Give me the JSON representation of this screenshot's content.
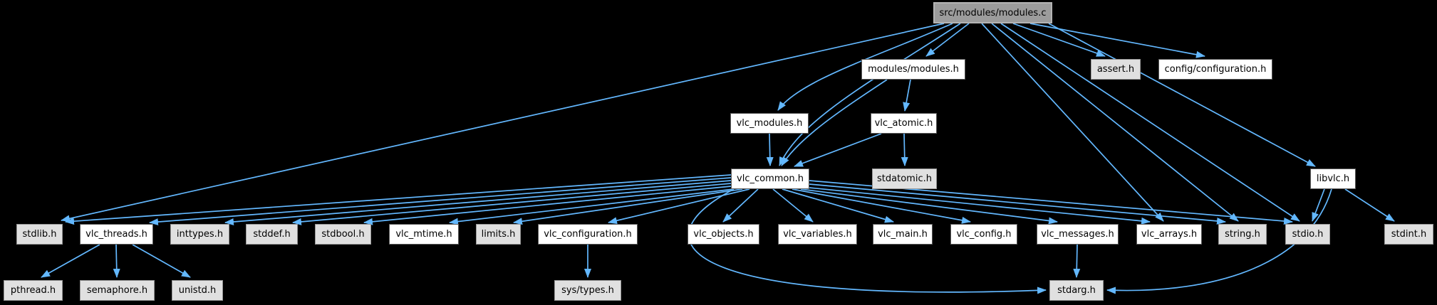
{
  "colors": {
    "background": "#000000",
    "edge": "#63b8ff",
    "source_node_fill": "#9c9c9c",
    "internal_node_fill": "#ffffff",
    "system_node_fill": "#e0e0e0"
  },
  "nodes": {
    "root": "src/modules/modules.c",
    "modules_h": "modules/modules.h",
    "assert_h": "assert.h",
    "config_configuration_h": "config/configuration.h",
    "vlc_modules_h": "vlc_modules.h",
    "vlc_atomic_h": "vlc_atomic.h",
    "vlc_common_h": "vlc_common.h",
    "stdatomic_h": "stdatomic.h",
    "libvlc_h": "libvlc.h",
    "stdlib_h": "stdlib.h",
    "vlc_threads_h": "vlc_threads.h",
    "inttypes_h": "inttypes.h",
    "stddef_h": "stddef.h",
    "stdbool_h": "stdbool.h",
    "vlc_mtime_h": "vlc_mtime.h",
    "limits_h": "limits.h",
    "vlc_configuration_h": "vlc_configuration.h",
    "vlc_objects_h": "vlc_objects.h",
    "vlc_variables_h": "vlc_variables.h",
    "vlc_main_h": "vlc_main.h",
    "vlc_config_h": "vlc_config.h",
    "vlc_messages_h": "vlc_messages.h",
    "vlc_arrays_h": "vlc_arrays.h",
    "string_h": "string.h",
    "stdio_h": "stdio.h",
    "stdint_h": "stdint.h",
    "pthread_h": "pthread.h",
    "semaphore_h": "semaphore.h",
    "unistd_h": "unistd.h",
    "sys_types_h": "sys/types.h",
    "stdarg_h": "stdarg.h"
  },
  "edges": [
    {
      "from": "src/modules/modules.c",
      "to": "stdlib.h"
    },
    {
      "from": "src/modules/modules.c",
      "to": "vlc_modules.h"
    },
    {
      "from": "src/modules/modules.c",
      "to": "vlc_common.h"
    },
    {
      "from": "src/modules/modules.c",
      "to": "modules/modules.h"
    },
    {
      "from": "src/modules/modules.c",
      "to": "vlc_arrays.h"
    },
    {
      "from": "src/modules/modules.c",
      "to": "string.h"
    },
    {
      "from": "src/modules/modules.c",
      "to": "stdio.h"
    },
    {
      "from": "src/modules/modules.c",
      "to": "assert.h"
    },
    {
      "from": "src/modules/modules.c",
      "to": "config/configuration.h"
    },
    {
      "from": "src/modules/modules.c",
      "to": "libvlc.h"
    },
    {
      "from": "modules/modules.h",
      "to": "vlc_atomic.h"
    },
    {
      "from": "modules/modules.h",
      "to": "vlc_common.h"
    },
    {
      "from": "vlc_modules.h",
      "to": "vlc_common.h"
    },
    {
      "from": "vlc_atomic.h",
      "to": "stdatomic.h"
    },
    {
      "from": "vlc_atomic.h",
      "to": "vlc_common.h"
    },
    {
      "from": "vlc_common.h",
      "to": "stdlib.h"
    },
    {
      "from": "vlc_common.h",
      "to": "vlc_threads.h"
    },
    {
      "from": "vlc_common.h",
      "to": "inttypes.h"
    },
    {
      "from": "vlc_common.h",
      "to": "stddef.h"
    },
    {
      "from": "vlc_common.h",
      "to": "stdbool.h"
    },
    {
      "from": "vlc_common.h",
      "to": "vlc_mtime.h"
    },
    {
      "from": "vlc_common.h",
      "to": "limits.h"
    },
    {
      "from": "vlc_common.h",
      "to": "vlc_configuration.h"
    },
    {
      "from": "vlc_common.h",
      "to": "vlc_objects.h"
    },
    {
      "from": "vlc_common.h",
      "to": "vlc_variables.h"
    },
    {
      "from": "vlc_common.h",
      "to": "vlc_main.h"
    },
    {
      "from": "vlc_common.h",
      "to": "vlc_config.h"
    },
    {
      "from": "vlc_common.h",
      "to": "vlc_messages.h"
    },
    {
      "from": "vlc_common.h",
      "to": "vlc_arrays.h"
    },
    {
      "from": "vlc_common.h",
      "to": "string.h"
    },
    {
      "from": "vlc_common.h",
      "to": "stdio.h"
    },
    {
      "from": "vlc_common.h",
      "to": "stdarg.h"
    },
    {
      "from": "vlc_threads.h",
      "to": "pthread.h"
    },
    {
      "from": "vlc_threads.h",
      "to": "semaphore.h"
    },
    {
      "from": "vlc_threads.h",
      "to": "unistd.h"
    },
    {
      "from": "vlc_configuration.h",
      "to": "sys/types.h"
    },
    {
      "from": "vlc_messages.h",
      "to": "stdarg.h"
    },
    {
      "from": "libvlc.h",
      "to": "stdio.h"
    },
    {
      "from": "libvlc.h",
      "to": "stdint.h"
    },
    {
      "from": "libvlc.h",
      "to": "stdarg.h"
    }
  ]
}
